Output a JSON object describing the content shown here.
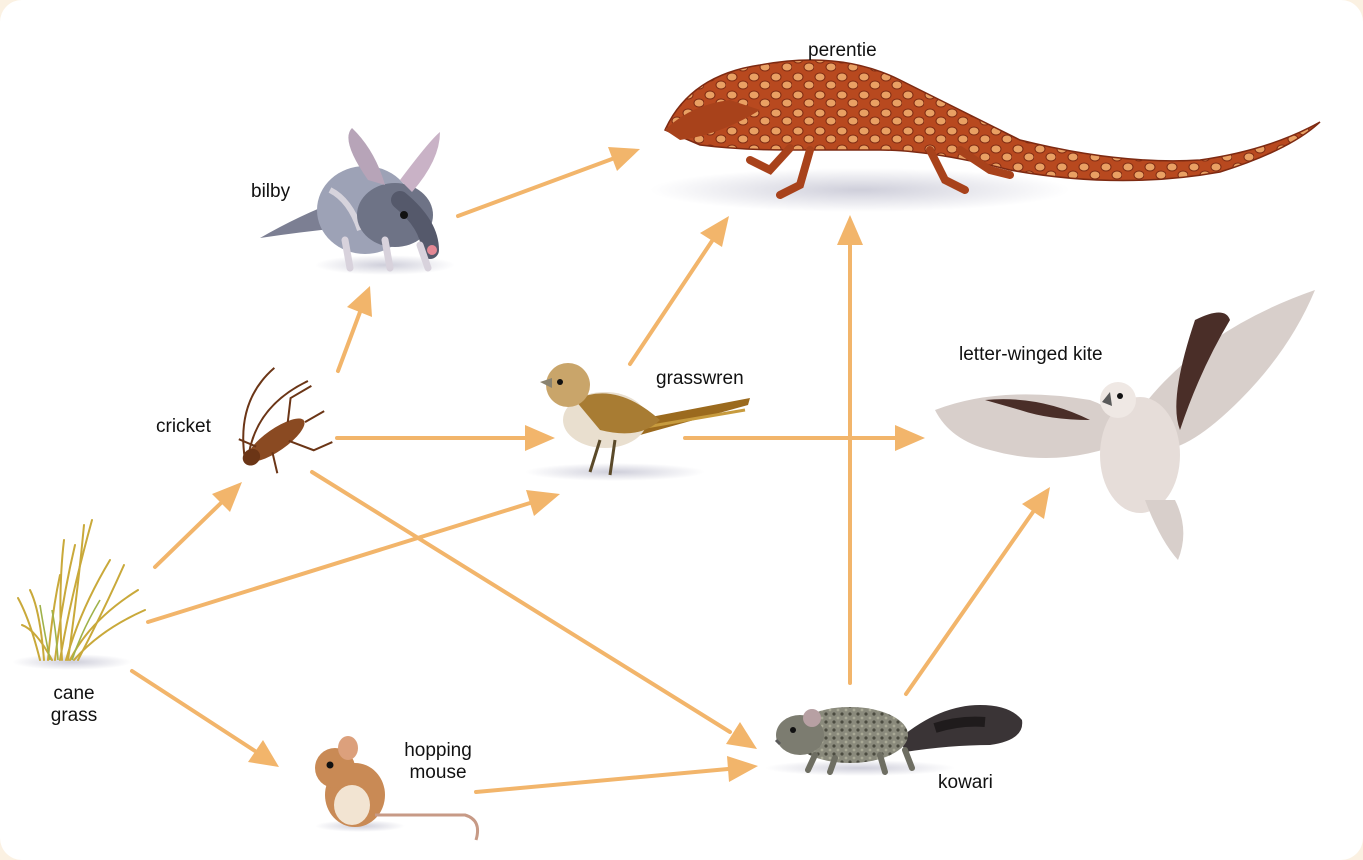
{
  "organisms": {
    "perentie": "perentie",
    "bilby": "bilby",
    "grasswren": "grasswren",
    "letter_winged_kite": "letter-winged kite",
    "cricket": "cricket",
    "cane_grass_line1": "cane",
    "cane_grass_line2": "grass",
    "hopping_mouse_line1": "hopping",
    "hopping_mouse_line2": "mouse",
    "kowari": "kowari"
  },
  "colors": {
    "arrow": "#f2b56b",
    "background": "#ffffff",
    "frame": "#fbf1e2"
  },
  "edges": [
    {
      "from": "cane grass",
      "to": "cricket"
    },
    {
      "from": "cane grass",
      "to": "grasswren"
    },
    {
      "from": "cane grass",
      "to": "hopping mouse"
    },
    {
      "from": "cricket",
      "to": "bilby"
    },
    {
      "from": "cricket",
      "to": "grasswren"
    },
    {
      "from": "cricket",
      "to": "kowari"
    },
    {
      "from": "bilby",
      "to": "perentie"
    },
    {
      "from": "grasswren",
      "to": "perentie"
    },
    {
      "from": "grasswren",
      "to": "letter-winged kite"
    },
    {
      "from": "hopping mouse",
      "to": "kowari"
    },
    {
      "from": "kowari",
      "to": "perentie"
    },
    {
      "from": "kowari",
      "to": "letter-winged kite"
    }
  ]
}
